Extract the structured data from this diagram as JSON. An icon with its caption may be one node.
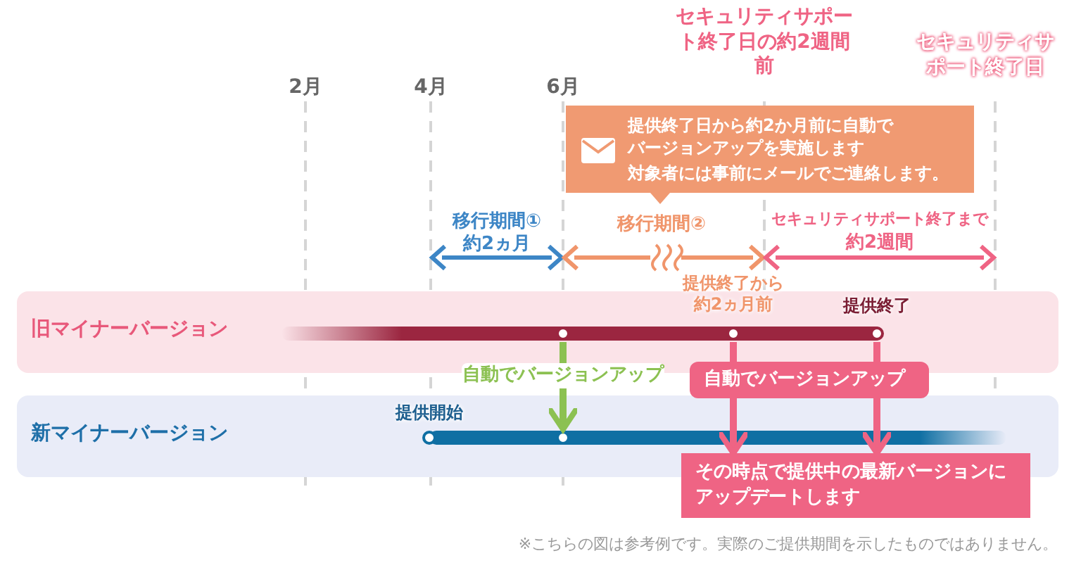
{
  "diagram": {
    "nodes": [
      {
        "text": [
          "旧マイナーバージョン"
        ]
      },
      {
        "text": [
          "新マイナーバージョン"
        ]
      },
      {
        "text": [],
        "shape": "circle",
        "in": 0
      },
      {
        "text": [],
        "shape": "circle",
        "in": 0,
        "beside": [
          "提供終了から約2ヵ月前"
        ]
      },
      {
        "text": [],
        "shape": "circle",
        "in": 0,
        "beside": [
          "提供終了"
        ]
      },
      {
        "text": [],
        "shape": "circle",
        "in": 1,
        "beside": [
          "提供開始"
        ]
      },
      {
        "text": [],
        "shape": "circle",
        "in": 1
      },
      {
        "text": [
          "提供終了日から約2か月前に自動でバージョンアップを実施します",
          "対象者には事前にメールでご連絡します。"
        ]
      },
      {
        "text": [
          "自動でバージョンアップ"
        ]
      },
      {
        "text": [
          "その時点で提供中の最新バージョンにアップデートします"
        ]
      }
    ],
    "edges": [
      {
        "from": 2,
        "to": 6,
        "arrow": "to",
        "label": "自動でバージョンアップ",
        "color": "#8cc152"
      },
      {
        "from": 3,
        "to": 8,
        "arrow": "none"
      },
      {
        "from": 4,
        "to": 8,
        "arrow": "none"
      },
      {
        "from": 8,
        "to": 9,
        "arrow": "to"
      },
      {
        "from": 8,
        "to": 9,
        "arrow": "to"
      }
    ],
    "labels": [
      "セキュリティサポート終了日の約2週間前",
      "セキュリティサポート終了日",
      "2月",
      "4月",
      "6月",
      "移行期間①",
      "約2ヵ月",
      "移行期間②",
      "セキュリティサポート終了まで",
      "約2週間",
      "※こちらの図は参考例です。実際のご提供期間を示したものではありません。"
    ]
  }
}
